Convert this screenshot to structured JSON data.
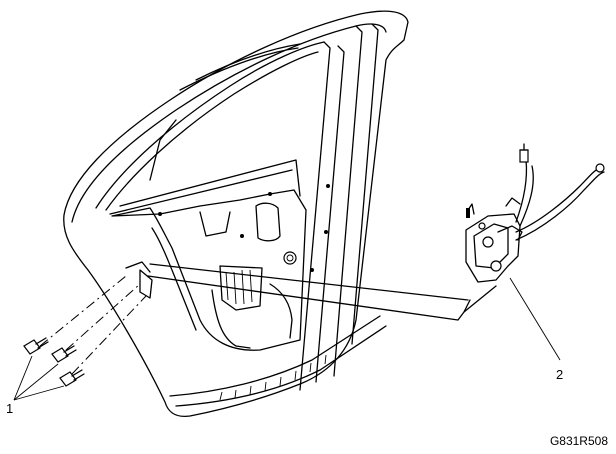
{
  "figure": {
    "callouts": [
      {
        "id": "1",
        "label": "1"
      },
      {
        "id": "2",
        "label": "2"
      }
    ],
    "figure_code": "G831R508"
  }
}
